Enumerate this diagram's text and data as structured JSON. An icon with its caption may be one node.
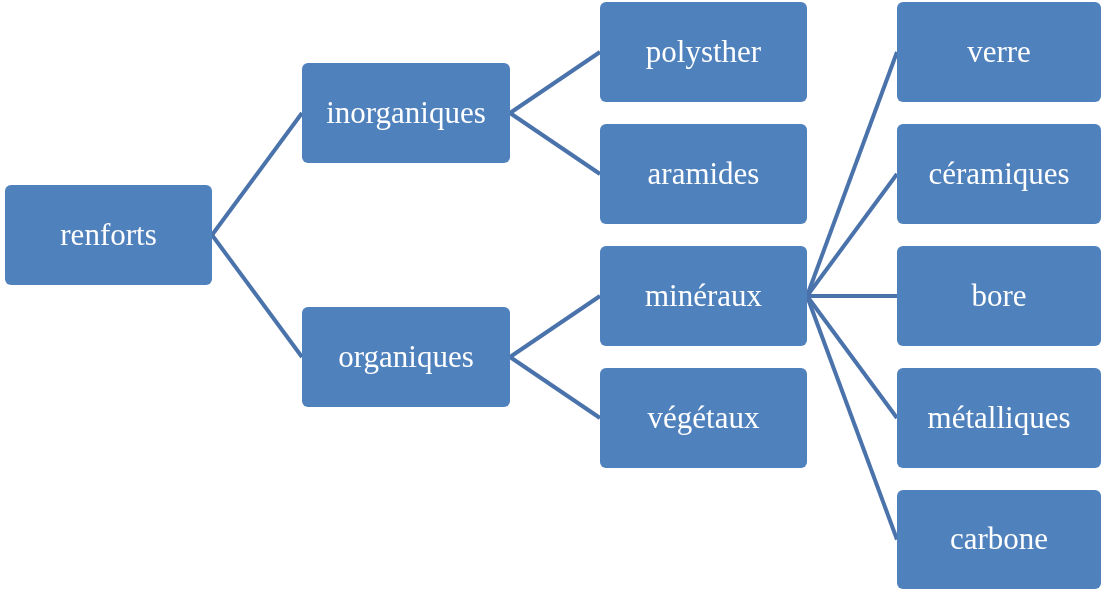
{
  "diagram": {
    "nodes": [
      {
        "text": [
          "renforts"
        ]
      },
      {
        "text": [
          "inorganiques"
        ]
      },
      {
        "text": [
          "organiques"
        ]
      },
      {
        "text": [
          "polysther"
        ]
      },
      {
        "text": [
          "aramides"
        ]
      },
      {
        "text": [
          "minéraux"
        ]
      },
      {
        "text": [
          "végétaux"
        ]
      },
      {
        "text": [
          "verre"
        ]
      },
      {
        "text": [
          "céramiques"
        ]
      },
      {
        "text": [
          "bore"
        ]
      },
      {
        "text": [
          "métalliques"
        ]
      },
      {
        "text": [
          "carbone"
        ]
      }
    ],
    "edges": [
      {
        "from": 0,
        "to": 1,
        "arrow": "none"
      },
      {
        "from": 0,
        "to": 2,
        "arrow": "none"
      },
      {
        "from": 1,
        "to": 3,
        "arrow": "none"
      },
      {
        "from": 1,
        "to": 4,
        "arrow": "none"
      },
      {
        "from": 2,
        "to": 5,
        "arrow": "none"
      },
      {
        "from": 2,
        "to": 6,
        "arrow": "none"
      },
      {
        "from": 5,
        "to": 7,
        "arrow": "none"
      },
      {
        "from": 5,
        "to": 8,
        "arrow": "none"
      },
      {
        "from": 5,
        "to": 9,
        "arrow": "none"
      },
      {
        "from": 5,
        "to": 10,
        "arrow": "none"
      },
      {
        "from": 5,
        "to": 11,
        "arrow": "none"
      }
    ]
  }
}
